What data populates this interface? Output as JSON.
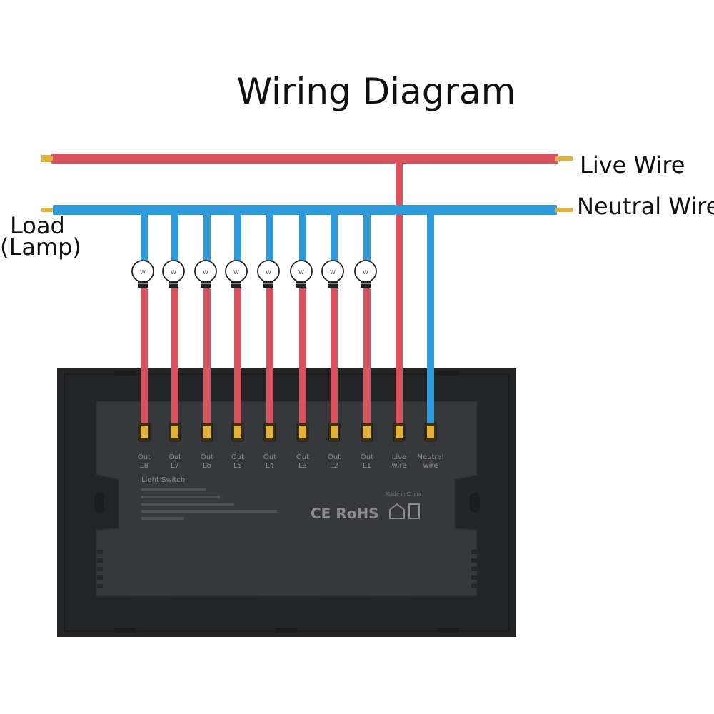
{
  "title": "Wiring Diagram",
  "labels": {
    "live": "Live Wire",
    "neutral": "Neutral Wire",
    "load_line1": "Load",
    "load_line2": "(Lamp)"
  },
  "colors": {
    "live": "#d9535f",
    "neutral": "#2f9ad9",
    "copper": "#e0b23a",
    "panel": "#2a2b2d",
    "panel_back": "#3a3b3e"
  },
  "lamps": [
    {
      "symbol": "W",
      "terminal": "Out L8"
    },
    {
      "symbol": "W",
      "terminal": "Out L7"
    },
    {
      "symbol": "W",
      "terminal": "Out L6"
    },
    {
      "symbol": "W",
      "terminal": "Out L5"
    },
    {
      "symbol": "W",
      "terminal": "Out L4"
    },
    {
      "symbol": "W",
      "terminal": "Out L3"
    },
    {
      "symbol": "W",
      "terminal": "Out L2"
    },
    {
      "symbol": "W",
      "terminal": "Out L1"
    }
  ],
  "terminals": [
    {
      "line1": "Out",
      "line2": "L8"
    },
    {
      "line1": "Out",
      "line2": "L7"
    },
    {
      "line1": "Out",
      "line2": "L6"
    },
    {
      "line1": "Out",
      "line2": "L5"
    },
    {
      "line1": "Out",
      "line2": "L4"
    },
    {
      "line1": "Out",
      "line2": "L3"
    },
    {
      "line1": "Out",
      "line2": "L2"
    },
    {
      "line1": "Out",
      "line2": "L1"
    },
    {
      "line1": "Live",
      "line2": "wire"
    },
    {
      "line1": "Neutral",
      "line2": "wire"
    }
  ],
  "device": {
    "name": "Light Switch",
    "made_in": "Made in China",
    "cert": "CE RoHS"
  }
}
